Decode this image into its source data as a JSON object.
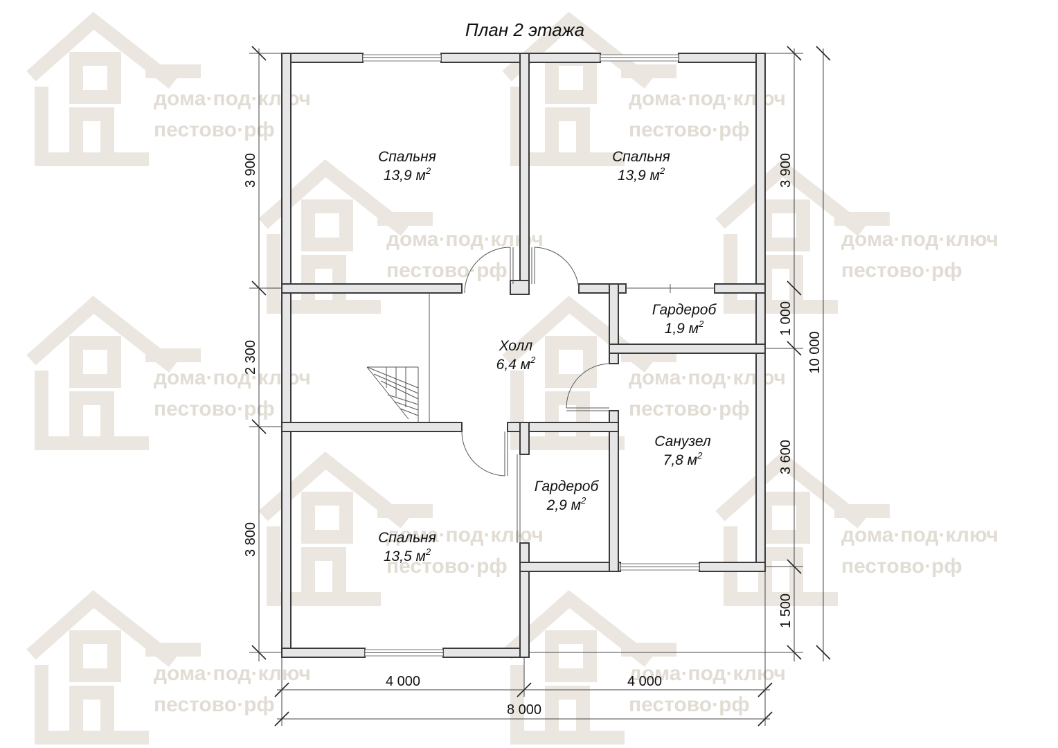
{
  "title": "План 2 этажа",
  "watermark": {
    "line1": "дома·под·ключ",
    "line2": "пестово·рф"
  },
  "rooms": [
    {
      "id": "bedroom-nw",
      "name": "Спальня",
      "area": "13,9 м",
      "sup": "2"
    },
    {
      "id": "bedroom-ne",
      "name": "Спальня",
      "area": "13,9 м",
      "sup": "2"
    },
    {
      "id": "wardrobe-e",
      "name": "Гардероб",
      "area": "1,9 м",
      "sup": "2"
    },
    {
      "id": "hall",
      "name": "Холл",
      "area": "6,4 м",
      "sup": "2"
    },
    {
      "id": "bathroom",
      "name": "Санузел",
      "area": "7,8 м",
      "sup": "2"
    },
    {
      "id": "wardrobe-s",
      "name": "Гардероб",
      "area": "2,9 м",
      "sup": "2"
    },
    {
      "id": "bedroom-sw",
      "name": "Спальня",
      "area": "13,5 м",
      "sup": "2"
    }
  ],
  "dimensions": {
    "left": [
      "3 900",
      "2 300",
      "3 800"
    ],
    "right": [
      "3 900",
      "1 000",
      "3 600",
      "1 500"
    ],
    "right_total": "10 000",
    "bottom": [
      "4 000",
      "4 000"
    ],
    "bottom_total": "8 000"
  },
  "colors": {
    "wall_fill": "#e6e6e6",
    "wall_stroke": "#3a3a3a",
    "watermark": "#e2ddd4"
  }
}
